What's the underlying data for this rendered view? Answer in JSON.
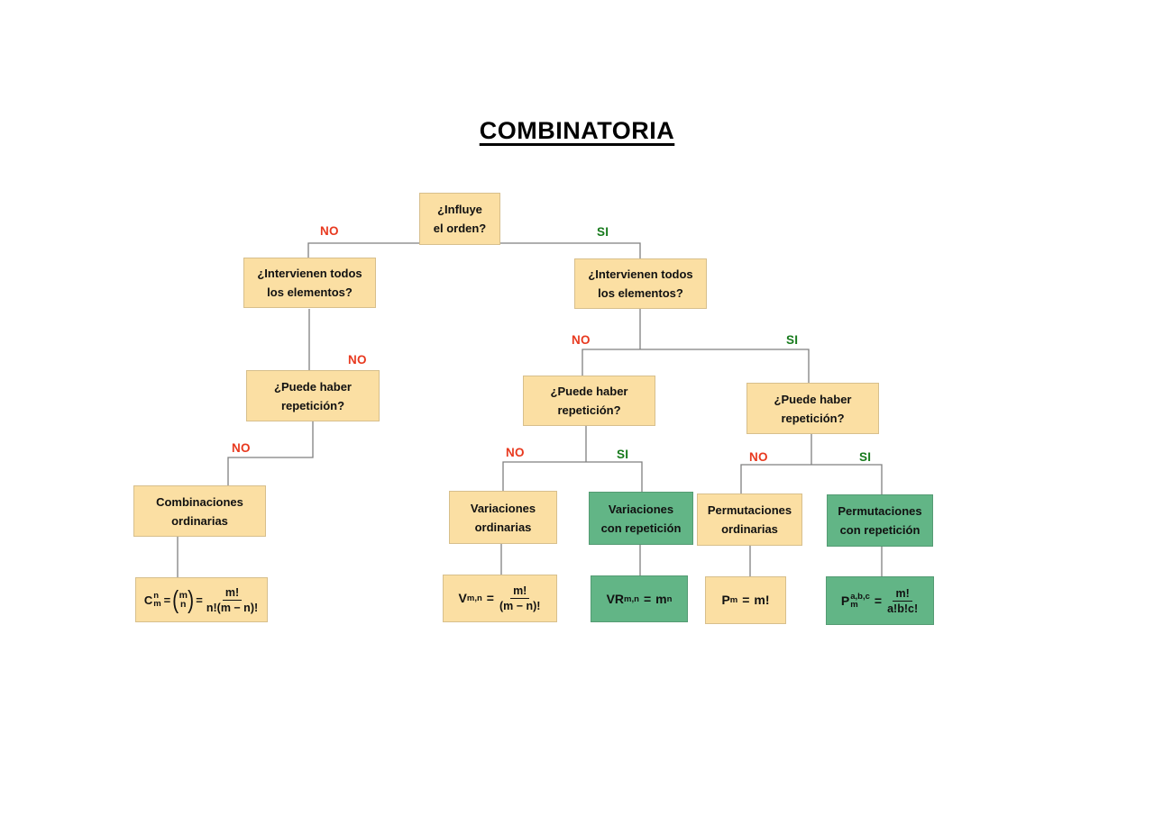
{
  "title": "COMBINATORIA",
  "labels": {
    "no": "NO",
    "si": "SI"
  },
  "nodes": {
    "root": {
      "line1": "¿Influye",
      "line2": "el orden?"
    },
    "q_todos_left": {
      "line1": "¿Intervienen todos",
      "line2": "los elementos?"
    },
    "q_todos_right": {
      "line1": "¿Intervienen todos",
      "line2": "los elementos?"
    },
    "q_rep_left": {
      "line1": "¿Puede haber",
      "line2": "repetición?"
    },
    "q_rep_mid": {
      "line1": "¿Puede haber",
      "line2": "repetición?"
    },
    "q_rep_right": {
      "line1": "¿Puede haber",
      "line2": "repetición?"
    },
    "combinaciones": {
      "line1": "Combinaciones",
      "line2": "ordinarias"
    },
    "variaciones_ord": {
      "line1": "Variaciones",
      "line2": "ordinarias"
    },
    "variaciones_rep": {
      "line1": "Variaciones",
      "line2": "con repetición"
    },
    "permutaciones_ord": {
      "line1": "Permutaciones",
      "line2": "ordinarias"
    },
    "permutaciones_rep": {
      "line1": "Permutaciones",
      "line2": "con repetición"
    }
  },
  "formulas": {
    "combinaciones": {
      "sym": "C",
      "sup": "n",
      "sub": "m",
      "eq1": "=",
      "paren_open": "(",
      "binom_top": "m",
      "binom_bottom": "n",
      "paren_close": ")",
      "eq2": "=",
      "num": "m!",
      "den": "n!(m − n)!"
    },
    "variaciones": {
      "sym": "V",
      "sub": "m,n",
      "eq": "=",
      "num": "m!",
      "den": "(m − n)!"
    },
    "variaciones_rep": {
      "sym": "VR",
      "sub": "m,n",
      "eq": "=",
      "base": "m",
      "sup": "n"
    },
    "permutaciones": {
      "sym": "P",
      "sub": "m",
      "eq": "=",
      "rhs": "m!"
    },
    "permutaciones_rep": {
      "sym": "P",
      "sup": "a,b,c",
      "sub": "m",
      "eq": "=",
      "num": "m!",
      "den": "a!b!c!"
    }
  },
  "colors": {
    "box_yellow": "#FBDFA3",
    "box_green": "#62B586",
    "label_no": "#E8391F",
    "label_si": "#177A1C",
    "line": "#7F7F7F"
  }
}
